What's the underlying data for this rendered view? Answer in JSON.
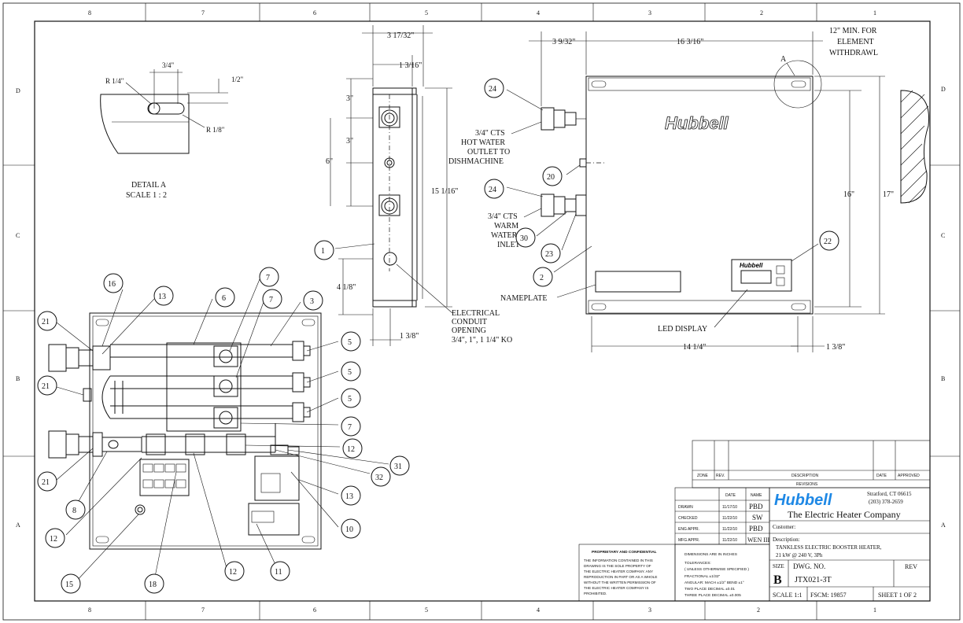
{
  "zones": {
    "top": [
      "8",
      "7",
      "6",
      "5",
      "4",
      "3",
      "2",
      "1"
    ],
    "bottom": [
      "8",
      "7",
      "6",
      "5",
      "4",
      "3",
      "2",
      "1"
    ],
    "left": [
      "D",
      "C",
      "B",
      "A"
    ],
    "right": [
      "D",
      "C",
      "B",
      "A"
    ]
  },
  "detail_a": {
    "title": "DETAIL A",
    "scale": "SCALE 1 : 2",
    "dim_r_quarter": "R 1/4\"",
    "dim_three_quarter": "3/4\"",
    "dim_half": "1/2\"",
    "dim_r_eighth": "R 1/8\""
  },
  "side_view": {
    "dim_top_width": "3 17/32\"",
    "dim_flange": "1 3/16\"",
    "dim_3a": "3\"",
    "dim_3b": "3\"",
    "dim_6": "6\"",
    "dim_height": "15 1/16\"",
    "dim_4": "4 1/8\"",
    "dim_bottom": "1 3/8\"",
    "conduit_label": [
      "ELECTRICAL",
      "CONDUIT",
      "OPENING",
      "3/4\", 1\", 1 1/4\" KO"
    ]
  },
  "front_view": {
    "dim_left": "3 9/32\"",
    "dim_width": "16 3/16\"",
    "dim_element": [
      "12\" MIN. FOR",
      "ELEMENT",
      "WITHDRAWL"
    ],
    "detail_callout": "A",
    "dim_16": "16\"",
    "dim_17": "17\"",
    "dim_bottom_width": "14 1/4\"",
    "dim_bottom_right": "1 3/8\"",
    "brand": "Hubbell",
    "hot_outlet": [
      "3/4\" CTS",
      "HOT WATER",
      "OUTLET TO",
      "DISHMACHINE"
    ],
    "warm_inlet": [
      "3/4\" CTS",
      "WARM",
      "WATER",
      "INLET"
    ],
    "nameplate": "NAMEPLATE",
    "led_display": "LED DISPLAY"
  },
  "balloons": {
    "b24a": "24",
    "b20": "20",
    "b24b": "24",
    "b30": "30",
    "b23": "23",
    "b2": "2",
    "b22": "22",
    "b1": "1",
    "b16": "16",
    "b13a": "13",
    "b6": "6",
    "b7a": "7",
    "b7b": "7",
    "b3": "3",
    "b21a": "21",
    "b21b": "21",
    "b21c": "21",
    "b5a": "5",
    "b5b": "5",
    "b5c": "5",
    "b7c": "7",
    "b12a": "12",
    "b31": "31",
    "b32": "32",
    "b13b": "13",
    "b10": "10",
    "b8": "8",
    "b12b": "12",
    "b15": "15",
    "b18": "18",
    "b12c": "12",
    "b11": "11"
  },
  "title_block": {
    "rev_headers": {
      "zone": "ZONE",
      "rev": "REV.",
      "description": "DESCRIPTION",
      "date": "DATE",
      "approved": "APPROVED"
    },
    "revisions": "REVISIONS",
    "sig_headers": {
      "date": "DATE",
      "name": "NAME"
    },
    "signatures": [
      {
        "role": "DRAWN",
        "date": "11/17/10",
        "name": "PBD"
      },
      {
        "role": "CHECKED",
        "date": "11/22/10",
        "name": "SW"
      },
      {
        "role": "ENG APPR.",
        "date": "11/22/10",
        "name": "PBD"
      },
      {
        "role": "MFG APPR.",
        "date": "11/22/10",
        "name": "WEN III"
      }
    ],
    "company_logo": "Hubbell",
    "address": [
      "Stratford, CT 06615",
      "(203) 378-2659"
    ],
    "company": "The Electric Heater Company",
    "customer_label": "Customer:",
    "description_label": "Description:",
    "description": [
      "TANKLESS ELECTRIC BOOSTER HEATER,",
      "21 kW @ 240 V, 3Ph"
    ],
    "size_label": "SIZE",
    "size": "B",
    "dwg_label": "DWG.  NO.",
    "dwg_no": "JTX021-3T",
    "rev_label": "REV",
    "scale": "SCALE 1:1",
    "fscm": "FSCM: 19857",
    "sheet": "SHEET 1 OF 2",
    "proprietary_title": "PROPRIETARY AND CONFIDENTIAL",
    "proprietary_text": [
      "THE INFORMATION CONTAINED IN THIS",
      "DRAWING IS THE SOLE PROPERTY OF",
      "THE ELECTRIC HEATER COMPANY.  ANY",
      "REPRODUCTION IN PART OR AS A WHOLE",
      "WITHOUT THE WRITTEN PERMISSION OF",
      "THE ELECTRIC HEATER COMPANY IS",
      "PROHIBITED."
    ],
    "tolerance_text": [
      "DIMENSIONS ARE IN INCHES",
      "TOLERANCES:",
      "( UNLESS OTHERWISE SPECIFIED )",
      "FRACTIONAL ±1/32\"",
      "ANGULAR: MACH ±1/2°  BEND ±1°",
      "TWO PLACE DECIMAL   ±0.01",
      "THREE PLACE DECIMAL  ±0.005"
    ]
  }
}
